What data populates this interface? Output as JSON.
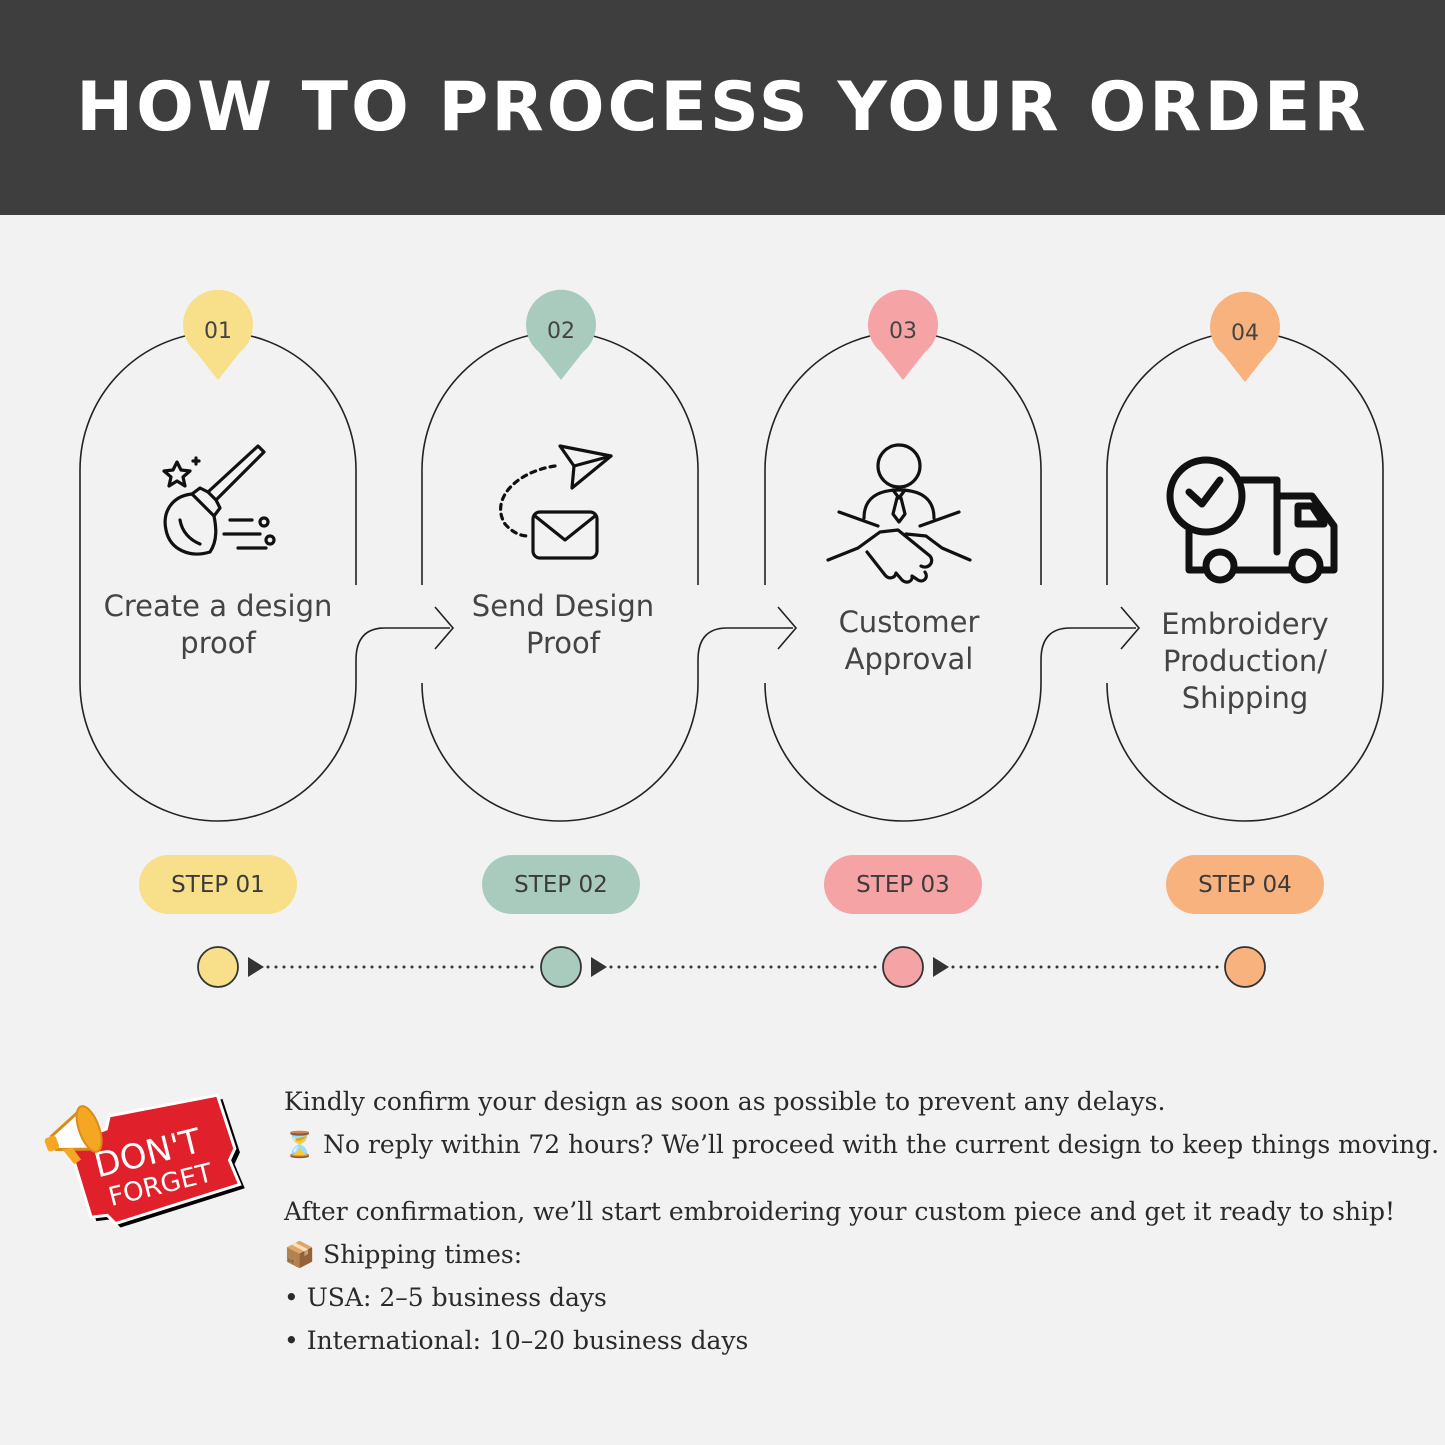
{
  "header": {
    "title": "HOW TO PROCESS YOUR ORDER"
  },
  "steps": [
    {
      "number": "01",
      "title": "Create a design proof",
      "pill": "STEP 01",
      "color": "#f8df8a",
      "icon": "paintbrush-icon"
    },
    {
      "number": "02",
      "title": "Send Design Proof",
      "pill": "STEP 02",
      "color": "#a9cbbd",
      "icon": "send-mail-icon"
    },
    {
      "number": "03",
      "title": "Customer Approval",
      "pill": "STEP 03",
      "color": "#f5a3a5",
      "icon": "handshake-icon"
    },
    {
      "number": "04",
      "title": "Embroidery Production/ Shipping",
      "pill": "STEP 04",
      "color": "#f8b27e",
      "icon": "delivery-truck-icon"
    }
  ],
  "badge": {
    "line1": "DON'T",
    "line2": "FORGET",
    "color": "#e0202b",
    "icon": "megaphone-icon"
  },
  "notes": {
    "line1": "Kindly confirm your design as soon as possible to prevent any delays.",
    "line2_icon": "⏳",
    "line2": "No reply within 72 hours? We’ll proceed with the current design to keep things moving.",
    "line3": "After confirmation, we’ll start embroidering your custom piece and get it ready to ship!",
    "line4_icon": "📦",
    "line4": "Shipping times:",
    "bullets": [
      "USA: 2–5 business days",
      "International: 10–20 business days"
    ]
  }
}
